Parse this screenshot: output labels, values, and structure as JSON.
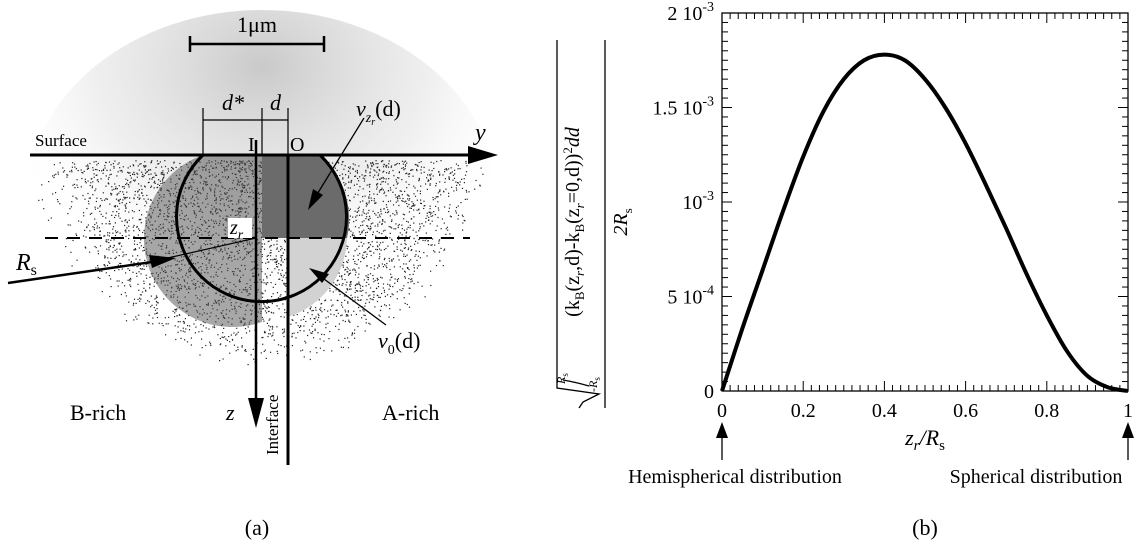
{
  "panel_a": {
    "label": "(a)",
    "scale_bar": "1μm",
    "surface": "Surface",
    "axis_y": "y",
    "axis_z": "z",
    "point_I": "I",
    "point_O": "O",
    "d_star": "d*",
    "d": "d",
    "v_zr": "v",
    "v_zr_sub": "z",
    "v_zr_subsub": "r",
    "v_zr_arg": "(d)",
    "v0": "v",
    "v0_sub": "0",
    "v0_arg": "(d)",
    "zr": "z",
    "zr_sub": "r",
    "Rs": "R",
    "Rs_sub": "s",
    "b_rich": "B-rich",
    "a_rich": "A-rich",
    "interface": "Interface",
    "colors": {
      "upper_quadrant": "#6b6b6b",
      "lower_quadrant": "#d2d2d2",
      "left_half": "#505050",
      "speckle": "#222222"
    }
  },
  "panel_b": {
    "label": "(b)",
    "ylabel_num_prefix": "(k",
    "ylabel_num_B1": "B",
    "ylabel_num_args1": "(z",
    "ylabel_num_r1": "r",
    "ylabel_num_mid": ",d)-k",
    "ylabel_num_B2": "B",
    "ylabel_num_args2": "(z",
    "ylabel_num_r2": "r",
    "ylabel_num_tail": "=0,d))",
    "ylabel_num_sq": "2",
    "ylabel_num_dd": "dd",
    "ylabel_int_upper": "R",
    "ylabel_int_upper_sub": "s",
    "ylabel_int_lower": "-R",
    "ylabel_int_lower_sub": "s",
    "ylabel_den": "2R",
    "ylabel_den_sub": "s",
    "xlabel_z": "z",
    "xlabel_r": "r",
    "xlabel_slash": "/R",
    "xlabel_s": "s",
    "ytick_labels": [
      "0",
      "5 10-4",
      "10-3",
      "1.5 10-3",
      "2 10-3"
    ],
    "xtick_labels": [
      "0",
      "0.2",
      "0.4",
      "0.6",
      "0.8",
      "1"
    ],
    "annotation_left": "Hemispherical distribution",
    "annotation_right": "Spherical distribution"
  },
  "chart_data": {
    "type": "line",
    "xlim": [
      0,
      1
    ],
    "ylim": [
      0,
      0.002
    ],
    "x": [
      0,
      0.05,
      0.1,
      0.15,
      0.2,
      0.25,
      0.3,
      0.35,
      0.4,
      0.45,
      0.5,
      0.55,
      0.6,
      0.65,
      0.7,
      0.75,
      0.8,
      0.85,
      0.9,
      0.95,
      1.0
    ],
    "series": [
      {
        "values": [
          0,
          0.00033,
          0.00064,
          0.00095,
          0.00124,
          0.00148,
          0.00165,
          0.00175,
          0.00178,
          0.00175,
          0.00165,
          0.0015,
          0.00131,
          0.00109,
          0.00086,
          0.00062,
          0.0004,
          0.00021,
          8e-05,
          2e-05,
          0
        ]
      }
    ],
    "grid": false
  }
}
